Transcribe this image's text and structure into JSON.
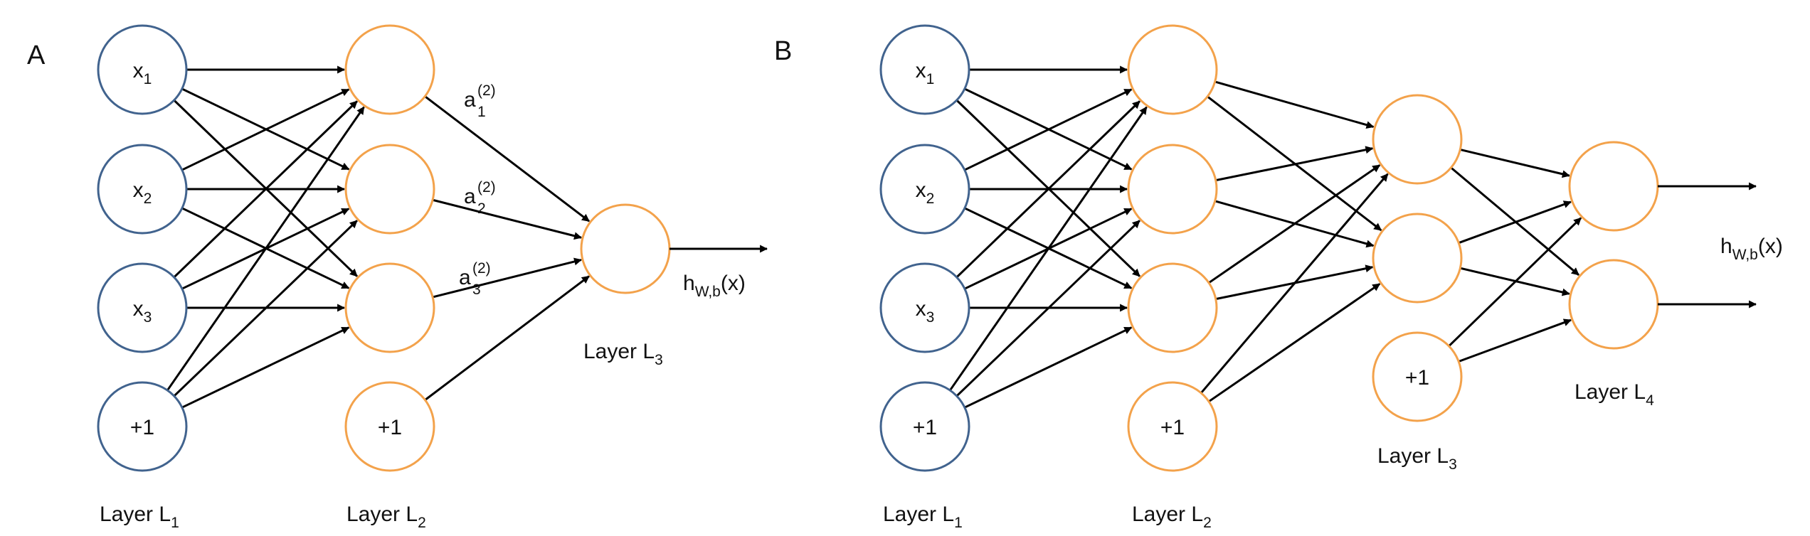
{
  "colors": {
    "input_node": "#41638e",
    "hidden_node": "#f3a24b",
    "edge": "#000000",
    "text": "#111111",
    "background": "#ffffff"
  },
  "diagrams": [
    {
      "panel_label": "A",
      "layers": [
        {
          "label": "Layer L",
          "sub": "1",
          "nodes": [
            {
              "text": "x",
              "sub": "1"
            },
            {
              "text": "x",
              "sub": "2"
            },
            {
              "text": "x",
              "sub": "3"
            },
            {
              "text": "+1",
              "sub": ""
            }
          ]
        },
        {
          "label": "Layer L",
          "sub": "2",
          "nodes": [
            {
              "text": "",
              "sub": ""
            },
            {
              "text": "",
              "sub": ""
            },
            {
              "text": "",
              "sub": ""
            },
            {
              "text": "+1",
              "sub": ""
            }
          ]
        },
        {
          "label": "Layer L",
          "sub": "3",
          "nodes": [
            {
              "text": "",
              "sub": ""
            }
          ]
        }
      ],
      "activation_labels": [
        {
          "text": "a",
          "sup": "(2)",
          "sub": "1"
        },
        {
          "text": "a",
          "sup": "(2)",
          "sub": "2"
        },
        {
          "text": "a",
          "sup": "(2)",
          "sub": "3"
        }
      ],
      "output_label": {
        "text": "h",
        "sub": "W,b",
        "suffix": "(x)"
      }
    },
    {
      "panel_label": "B",
      "layers": [
        {
          "label": "Layer L",
          "sub": "1",
          "nodes": [
            {
              "text": "x",
              "sub": "1"
            },
            {
              "text": "x",
              "sub": "2"
            },
            {
              "text": "x",
              "sub": "3"
            },
            {
              "text": "+1",
              "sub": ""
            }
          ]
        },
        {
          "label": "Layer L",
          "sub": "2",
          "nodes": [
            {
              "text": "",
              "sub": ""
            },
            {
              "text": "",
              "sub": ""
            },
            {
              "text": "",
              "sub": ""
            },
            {
              "text": "+1",
              "sub": ""
            }
          ]
        },
        {
          "label": "Layer L",
          "sub": "3",
          "nodes": [
            {
              "text": "",
              "sub": ""
            },
            {
              "text": "",
              "sub": ""
            },
            {
              "text": "+1",
              "sub": ""
            }
          ]
        },
        {
          "label": "Layer L",
          "sub": "4",
          "nodes": [
            {
              "text": "",
              "sub": ""
            },
            {
              "text": "",
              "sub": ""
            }
          ]
        }
      ],
      "output_label": {
        "text": "h",
        "sub": "W,b",
        "suffix": "(x)"
      }
    }
  ]
}
